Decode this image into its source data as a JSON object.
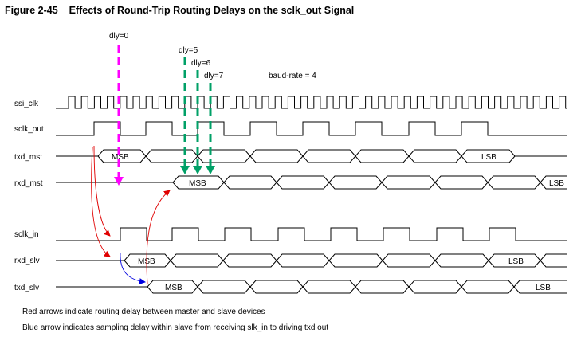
{
  "figure": {
    "number": "Figure 2-45",
    "title": "Effects of Round-Trip Routing Delays on the sclk_out Signal"
  },
  "signals": {
    "ssi_clk": "ssi_clk",
    "sclk_out": "sclk_out",
    "txd_mst": "txd_mst",
    "rxd_mst": "rxd_mst",
    "sclk_in": "sclk_in",
    "rxd_slv": "rxd_slv",
    "txd_slv": "txd_slv"
  },
  "delays": {
    "d0": "dly=0",
    "d5": "dly=5",
    "d6": "dly=6",
    "d7": "dly=7"
  },
  "baud_rate": "baud-rate = 4",
  "bus_labels": {
    "msb": "MSB",
    "lsb": "LSB"
  },
  "notes": {
    "red": "Red arrows indicate routing delay between master and slave devices",
    "blue": "Blue arrow indicates sampling delay within slave from receiving slk_in to driving txd out"
  },
  "colors": {
    "magenta": "#ff00ff",
    "green": "#00a067",
    "red": "#e00000",
    "blue": "#0000e0"
  }
}
